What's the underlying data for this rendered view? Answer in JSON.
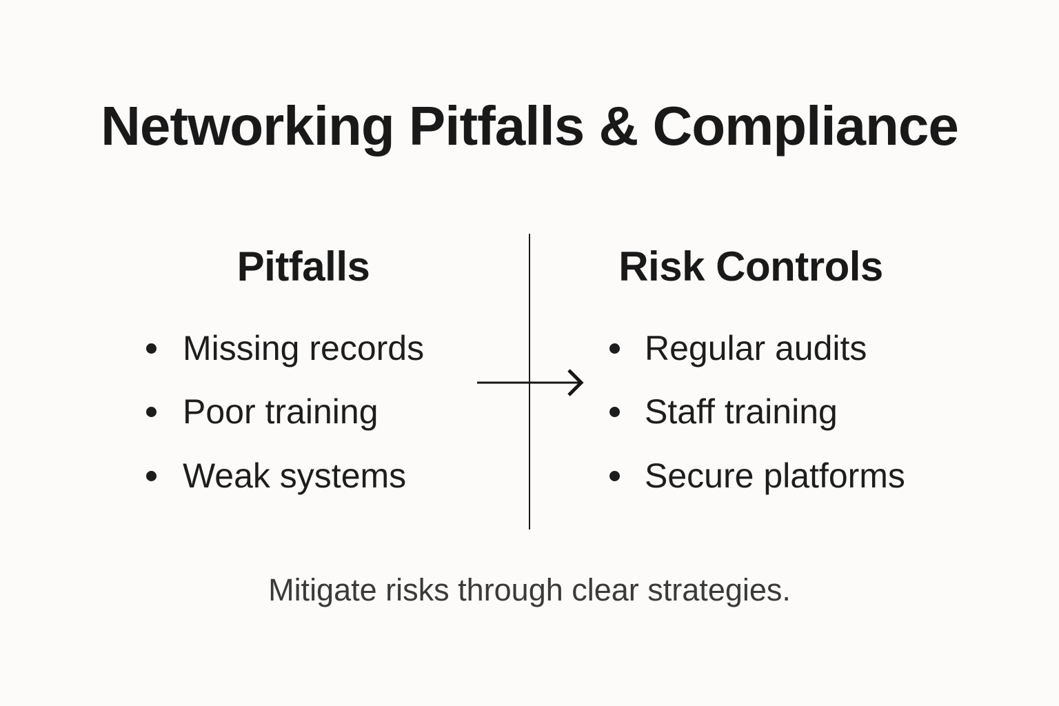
{
  "page": {
    "title": "Networking Pitfalls & Compliance",
    "footer": "Mitigate risks through clear strategies.",
    "colors": {
      "background": "#FCFBF9",
      "heading_text": "#191919",
      "body_text": "#1D1D1D",
      "footer_text": "#3A3A3A",
      "divider_line": "#1B1B1B",
      "arrow": "#161616"
    }
  },
  "columns": [
    {
      "heading": "Pitfalls",
      "items": [
        "Missing records",
        "Poor training",
        "Weak systems"
      ]
    },
    {
      "heading": "Risk Controls",
      "items": [
        "Regular audits",
        "Staff training",
        "Secure platforms"
      ]
    }
  ],
  "icons": {
    "arrow": "right-arrow-icon"
  }
}
